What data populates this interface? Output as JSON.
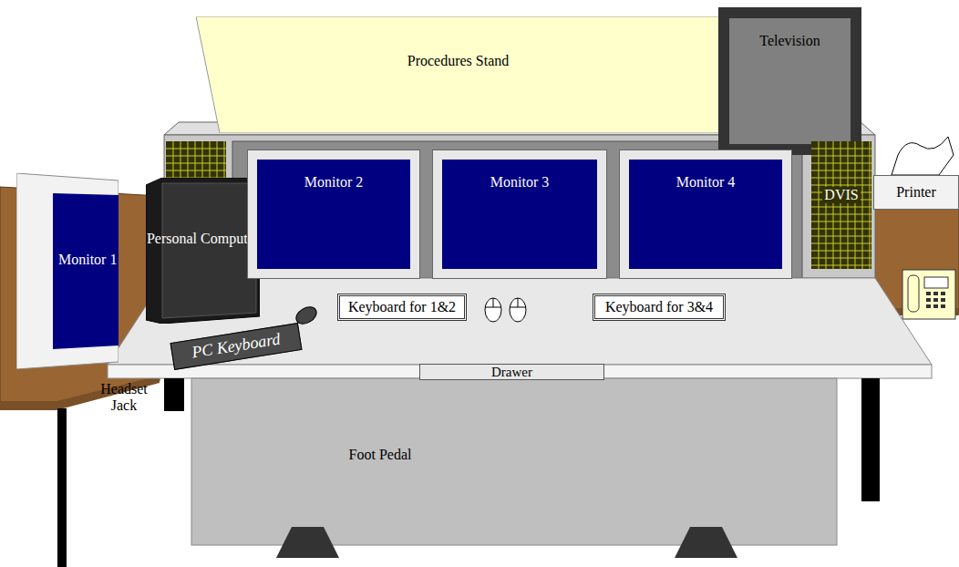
{
  "diagram": {
    "nodes": [
      {
        "text": [
          "Procedures Stand"
        ]
      },
      {
        "text": [
          "Television"
        ]
      },
      {
        "text": [
          "Monitor 1"
        ]
      },
      {
        "text": [
          "Personal Computer"
        ]
      },
      {
        "text": [
          "PC Keyboard"
        ]
      },
      {
        "text": [
          "Monitor 2"
        ]
      },
      {
        "text": [
          "Monitor 3"
        ]
      },
      {
        "text": [
          "Monitor 4"
        ]
      },
      {
        "text": [
          "DVIS"
        ]
      },
      {
        "text": [
          "Printer"
        ]
      },
      {
        "text": [
          "Keyboard for 1&2"
        ]
      },
      {
        "text": [
          "Keyboard for 3&4"
        ]
      },
      {
        "text": [
          "Drawer"
        ]
      }
    ],
    "labels": [
      "Headset Jack",
      "Foot Pedal"
    ]
  }
}
